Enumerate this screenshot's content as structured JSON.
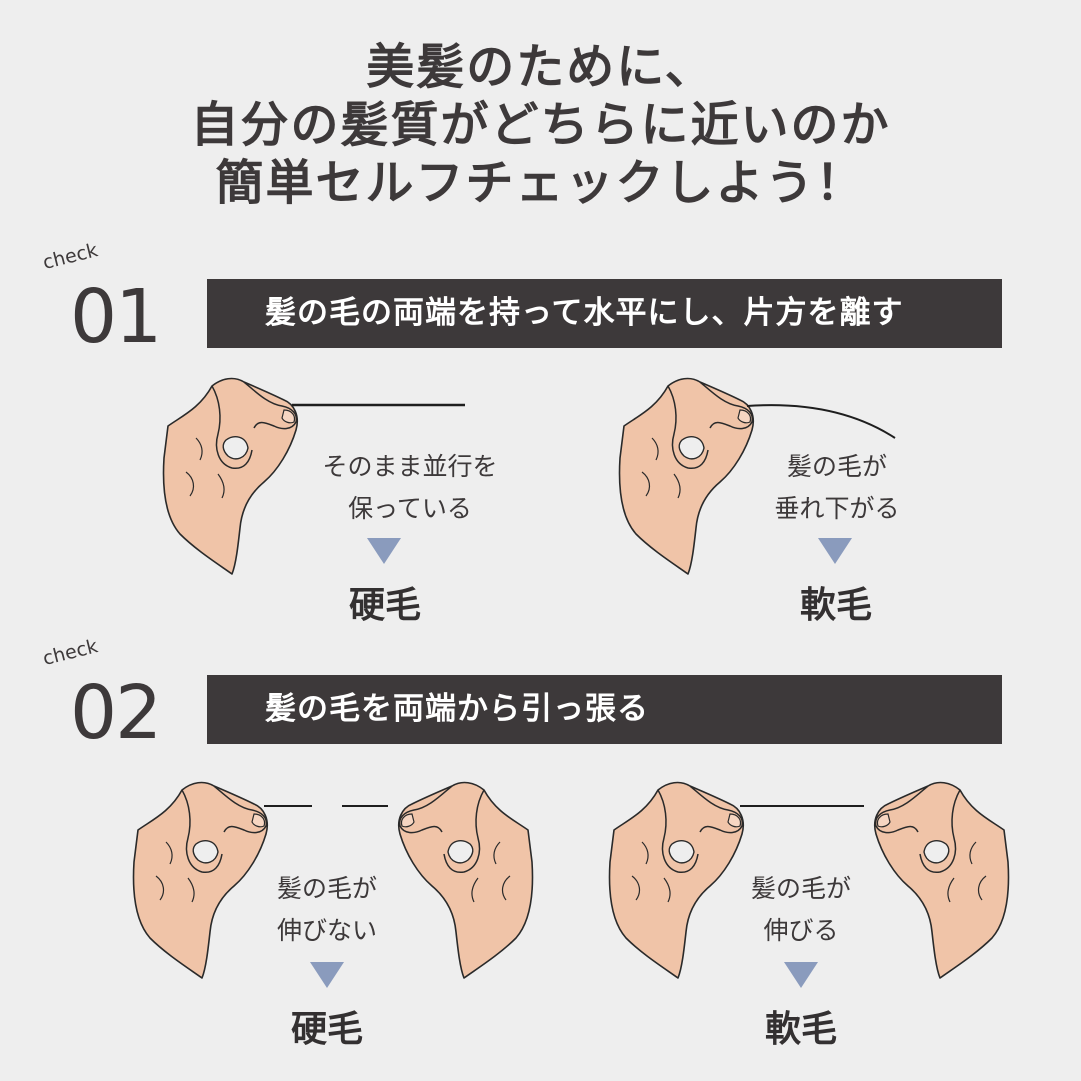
{
  "title": {
    "line1": "美髪のために、",
    "line2": "自分の髪質がどちらに近いのか",
    "line3": "簡単セルフチェックしよう！"
  },
  "checks": [
    {
      "word": "check",
      "number": "01",
      "heading": "髪の毛の両端を持って水平にし、片方を離す",
      "left": {
        "desc1": "そのまま並行を",
        "desc2": "保っている",
        "result": "硬毛"
      },
      "right": {
        "desc1": "髪の毛が",
        "desc2": "垂れ下がる",
        "result": "軟毛"
      }
    },
    {
      "word": "check",
      "number": "02",
      "heading": "髪の毛を両端から引っ張る",
      "left": {
        "desc1": "髪の毛が",
        "desc2": "伸びない",
        "result": "硬毛"
      },
      "right": {
        "desc1": "髪の毛が",
        "desc2": "伸びる",
        "result": "軟毛"
      }
    }
  ],
  "colors": {
    "background": "#eeeeee",
    "banner": "#3d393a",
    "skin": "#f0c4a8",
    "arrow": "#8a9bbd"
  },
  "icons": [
    "hand-pinch-icon",
    "hair-strand-icon",
    "down-triangle-icon"
  ]
}
